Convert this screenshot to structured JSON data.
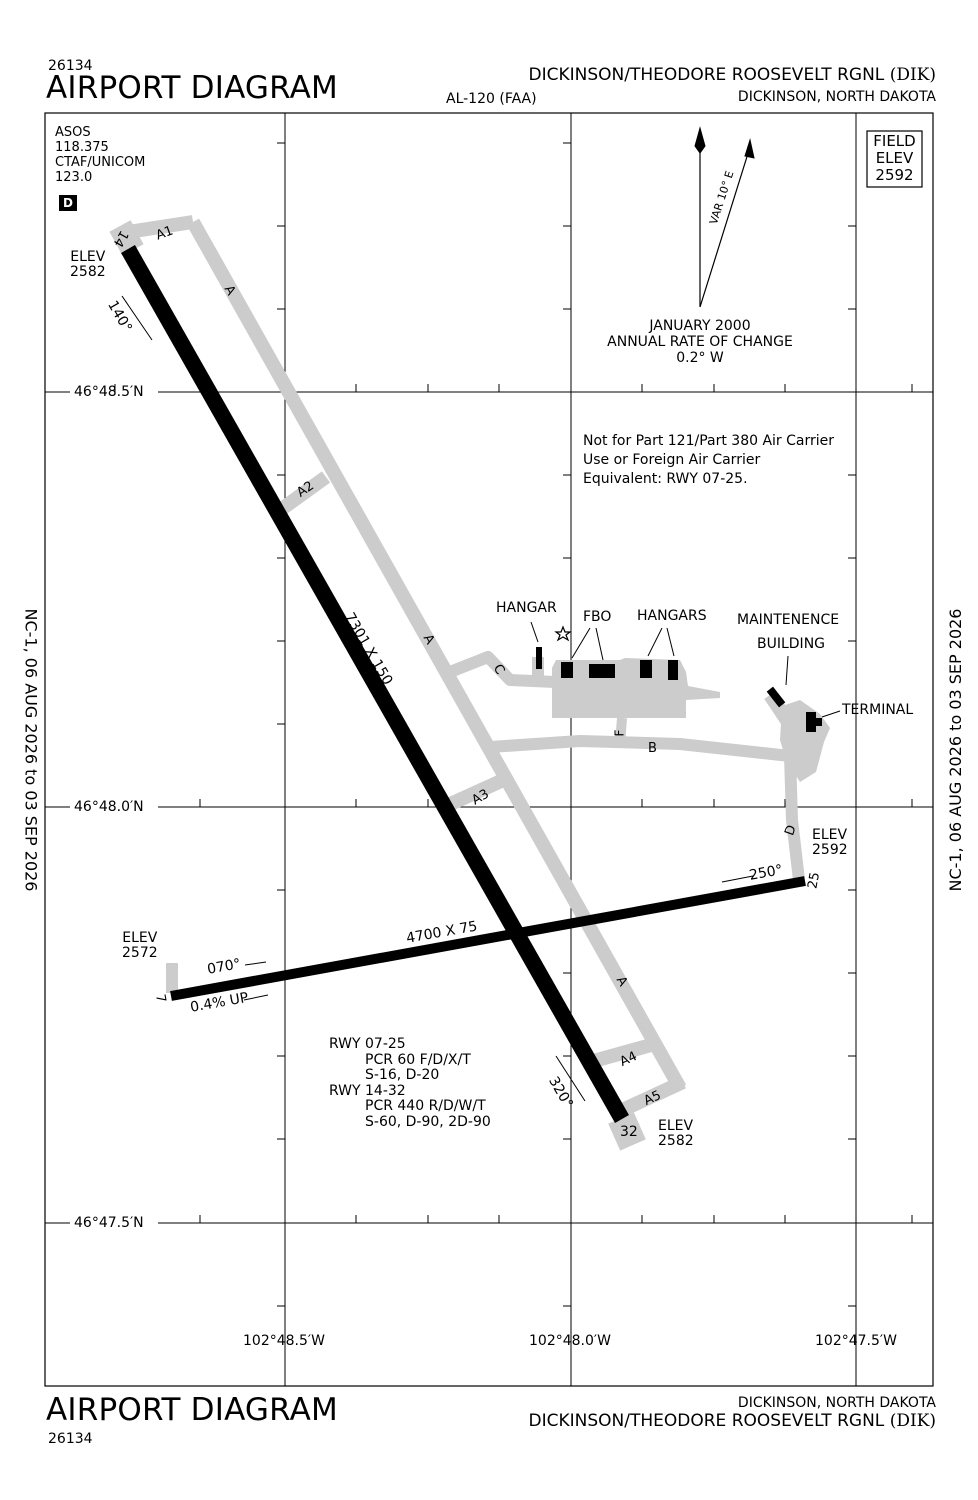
{
  "header": {
    "procedure_number": "26134",
    "title": "AIRPORT DIAGRAM",
    "chart_id": "AL-120 (FAA)",
    "airport_name": "DICKINSON/THEODORE ROOSEVELT RGNL",
    "airport_id": "(DIK)",
    "location": "DICKINSON, NORTH DAKOTA"
  },
  "footer": {
    "title": "AIRPORT DIAGRAM",
    "procedure_number": "26134",
    "location": "DICKINSON, NORTH DAKOTA",
    "airport_name": "DICKINSON/THEODORE ROOSEVELT RGNL",
    "airport_id": "(DIK)"
  },
  "cycle_text": "NC-1, 06 AUG 2026  to  03 SEP 2026",
  "comms": {
    "asos_label": "ASOS",
    "asos_freq": "118.375",
    "ctaf_label": "CTAF/UNICOM",
    "ctaf_freq": "123.0",
    "airspace_class": "D"
  },
  "field_elev": {
    "l1": "FIELD",
    "l2": "ELEV",
    "value": "2592"
  },
  "magnetic": {
    "variation": "VAR 10° E",
    "epoch": "JANUARY 2000",
    "rate_label": "ANNUAL RATE OF CHANGE",
    "rate": "0.2° W"
  },
  "note": {
    "l1": "Not for Part 121/Part 380 Air Carrier",
    "l2": "Use or Foreign Air Carrier",
    "l3": "Equivalent: RWY 07-25."
  },
  "latitudes": [
    "46°48.5′N",
    "46°48.0′N",
    "46°47.5′N"
  ],
  "longitudes": [
    "102°48.5′W",
    "102°48.0′W",
    "102°47.5′W"
  ],
  "runways": {
    "r14": {
      "id": "14",
      "elev_label": "ELEV",
      "elev": "2582",
      "heading": "140°"
    },
    "r32": {
      "id": "32",
      "elev_label": "ELEV",
      "elev": "2582",
      "heading": "320°"
    },
    "r7": {
      "id": "7",
      "elev_label": "ELEV",
      "elev": "2572",
      "heading": "070°",
      "slope": "0.4% UP"
    },
    "r25": {
      "id": "25",
      "elev_label": "ELEV",
      "elev": "2592",
      "heading": "250°"
    },
    "dims_14_32": "7301 X 150",
    "dims_7_25": "4700 X 75"
  },
  "taxiways": [
    "A1",
    "A",
    "A2",
    "A",
    "C",
    "F",
    "B",
    "A3",
    "D",
    "A",
    "A4",
    "A5"
  ],
  "buildings": {
    "hangar": "HANGAR",
    "fbo": "FBO",
    "hangars": "HANGARS",
    "maint_l1": "MAINTENENCE",
    "maint_l2": "BUILDING",
    "terminal": "TERMINAL"
  },
  "pavement": {
    "rwy0725": "RWY 07-25",
    "rwy0725_pcr": "PCR 60 F/D/X/T",
    "rwy0725_wt": "S-16, D-20",
    "rwy1432": "RWY 14-32",
    "rwy1432_pcr": "PCR 440 R/D/W/T",
    "rwy1432_wt": "S-60, D-90, 2D-90"
  }
}
